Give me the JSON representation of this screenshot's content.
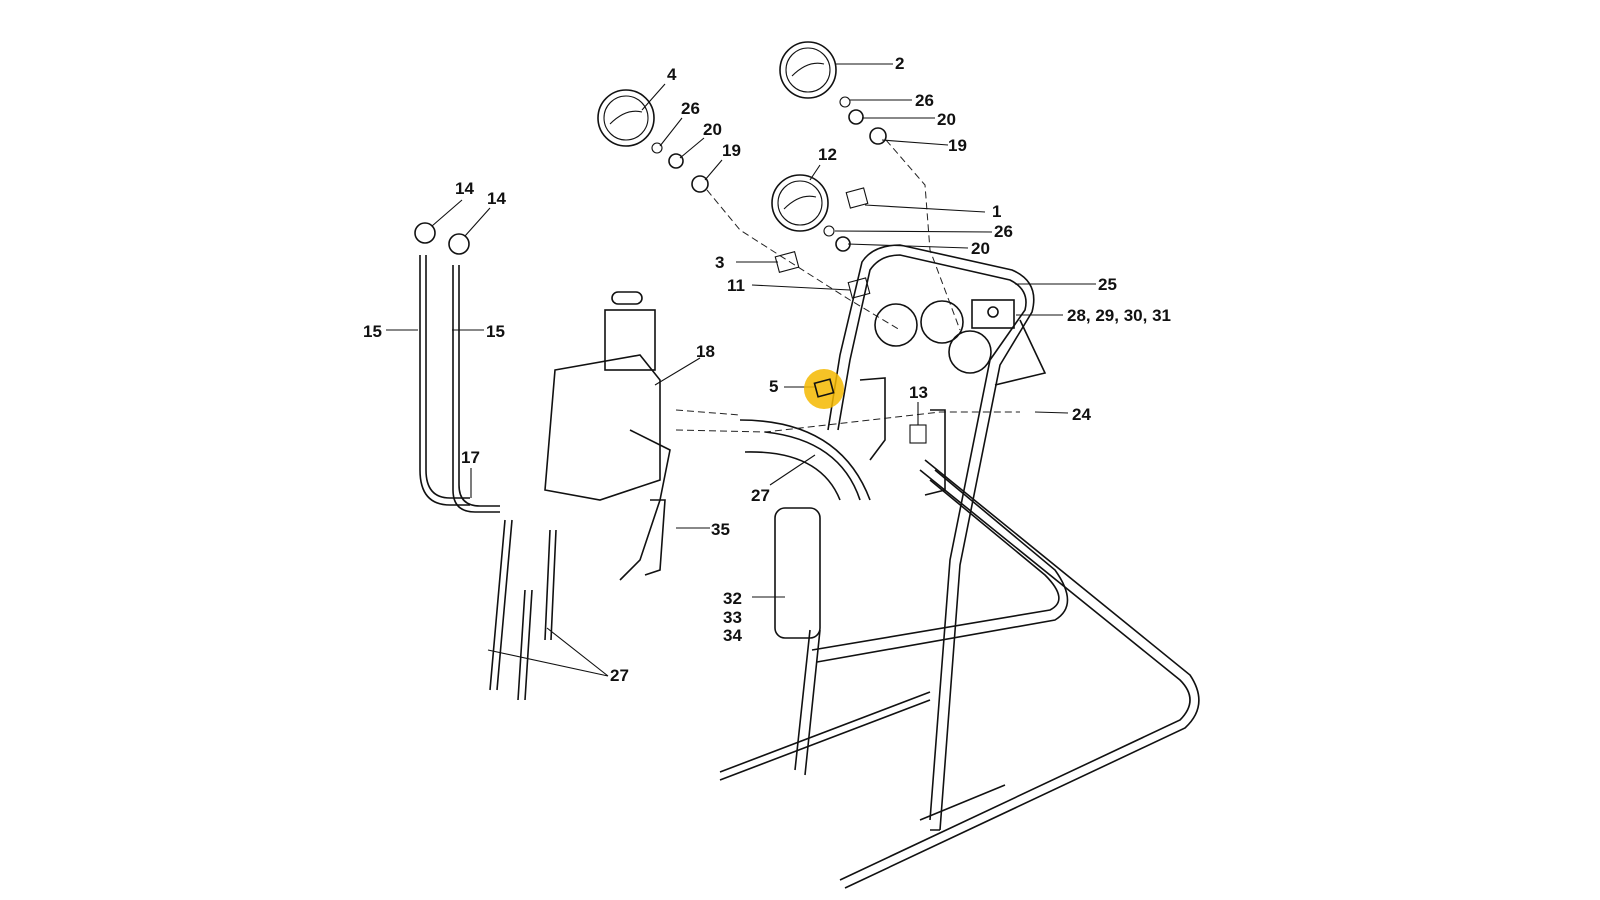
{
  "diagram": {
    "highlight_color": "#F5B800",
    "highlighted_part": "5",
    "callouts": [
      {
        "id": "c4a",
        "text": "4"
      },
      {
        "id": "c26a",
        "text": "26"
      },
      {
        "id": "c20a",
        "text": "20"
      },
      {
        "id": "c19a",
        "text": "19"
      },
      {
        "id": "c2",
        "text": "2"
      },
      {
        "id": "c26b",
        "text": "26"
      },
      {
        "id": "c20b",
        "text": "20"
      },
      {
        "id": "c19b",
        "text": "19"
      },
      {
        "id": "c12",
        "text": "12"
      },
      {
        "id": "c1",
        "text": "1"
      },
      {
        "id": "c26c",
        "text": "26"
      },
      {
        "id": "c20c",
        "text": "20"
      },
      {
        "id": "c3",
        "text": "3"
      },
      {
        "id": "c11",
        "text": "11"
      },
      {
        "id": "c25",
        "text": "25"
      },
      {
        "id": "c28",
        "text": "28, 29, 30, 31"
      },
      {
        "id": "c14a",
        "text": "14"
      },
      {
        "id": "c14b",
        "text": "14"
      },
      {
        "id": "c15a",
        "text": "15"
      },
      {
        "id": "c15b",
        "text": "15"
      },
      {
        "id": "c18",
        "text": "18"
      },
      {
        "id": "c5",
        "text": "5"
      },
      {
        "id": "c13",
        "text": "13"
      },
      {
        "id": "c24",
        "text": "24"
      },
      {
        "id": "c17",
        "text": "17"
      },
      {
        "id": "c27a",
        "text": "27"
      },
      {
        "id": "c35",
        "text": "35"
      },
      {
        "id": "c32",
        "text": "32"
      },
      {
        "id": "c33",
        "text": "33"
      },
      {
        "id": "c34",
        "text": "34"
      },
      {
        "id": "c27b",
        "text": "27"
      }
    ]
  }
}
